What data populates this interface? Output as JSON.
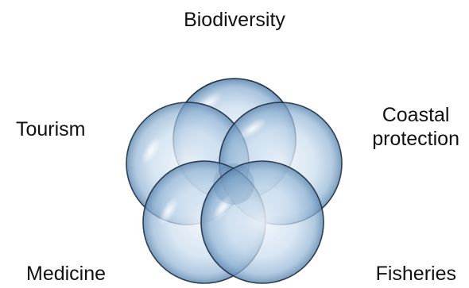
{
  "diagram": {
    "labels": {
      "top": "Biodiversity",
      "left": "Tourism",
      "right_line1": "Coastal",
      "right_line2": "protection",
      "bottom_left": "Medicine",
      "bottom_right": "Fisheries"
    },
    "bubbles": [
      {
        "name": "bubble-biodiversity"
      },
      {
        "name": "bubble-tourism"
      },
      {
        "name": "bubble-coastal-protection"
      },
      {
        "name": "bubble-medicine"
      },
      {
        "name": "bubble-fisheries"
      }
    ],
    "colors": {
      "bubble_fill_center": "#eef5fb",
      "bubble_fill_edge": "#7ea4c6",
      "bubble_stroke": "#1f2f44",
      "overlap_tint": "#3f6f99"
    }
  }
}
